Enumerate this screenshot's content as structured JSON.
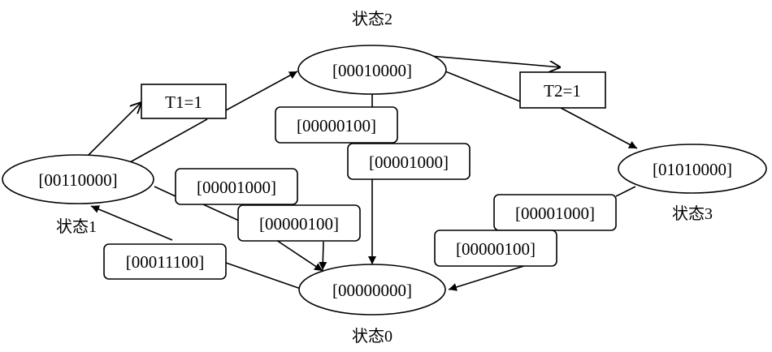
{
  "states": {
    "s0": {
      "name": "状态0",
      "code": "[00000000]"
    },
    "s1": {
      "name": "状态1",
      "code": "[00110000]"
    },
    "s2": {
      "name": "状态2",
      "code": "[00010000]"
    },
    "s3": {
      "name": "状态3",
      "code": "[01010000]"
    }
  },
  "conditions": {
    "t1": "T1=1",
    "t2": "T2=1",
    "s2_to_s0_a": "[00000100]",
    "s2_to_s0_b": "[00001000]",
    "s1_to_s0_a": "[00001000]",
    "s1_to_s0_b": "[00000100]",
    "s0_to_s1": "[00011100]",
    "s3_to_s0_a": "[00001000]",
    "s3_to_s0_b": "[00000100]"
  },
  "colors": {
    "stroke": "#000000",
    "fill": "#ffffff"
  }
}
